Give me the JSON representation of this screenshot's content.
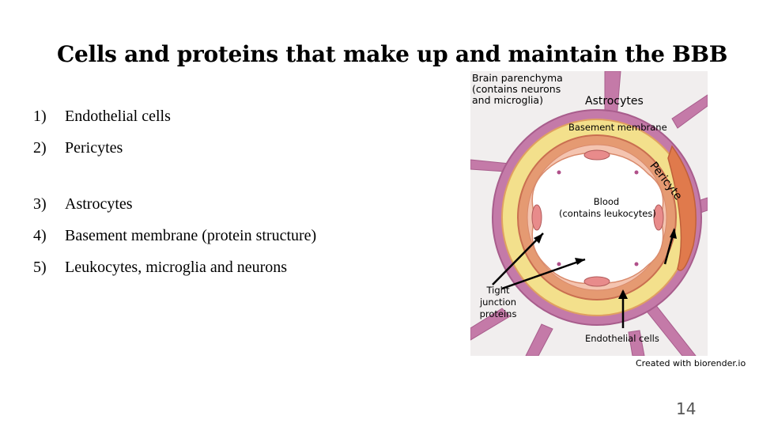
{
  "slide": {
    "title": "Cells and proteins that make up and maintain the BBB",
    "page_number": "14",
    "credit": "Created with biorender.io"
  },
  "list": {
    "items": [
      {
        "num": "1)",
        "text": "Endothelial cells"
      },
      {
        "num": "2)",
        "text": "Pericytes"
      },
      {
        "num": "3)",
        "text": "Astrocytes"
      },
      {
        "num": "4)",
        "text": "Basement membrane (protein structure)"
      },
      {
        "num": "5)",
        "text": "Leukocytes, microglia and neurons"
      }
    ]
  },
  "diagram": {
    "parenchyma_line1": "Brain parenchyma",
    "parenchyma_line2": "(contains neurons",
    "parenchyma_line3": "and microglia)",
    "astrocytes": "Astrocytes",
    "basement_membrane": "Basement membrane",
    "pericyte": "Pericyte",
    "blood_line1": "Blood",
    "blood_line2": "(contains leukocytes)",
    "tight_line1": "Tight",
    "tight_line2": "junction",
    "tight_line3": "proteins",
    "endothelial": "Endothelial cells",
    "colors": {
      "astrocyte": "#c47aa8",
      "basement": "#f3e08c",
      "endothelium": "#e59a72",
      "endothelium_inner": "#f4c4b0",
      "lumen": "#ffffff",
      "pericyte": "#e07a4c",
      "background": "#f1eeee"
    }
  }
}
